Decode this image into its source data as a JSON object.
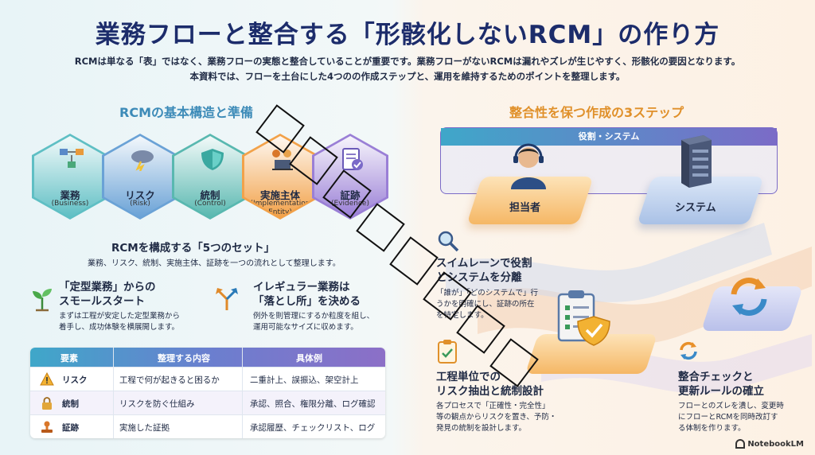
{
  "title": "業務フローと整合する「形骸化しないRCM」の作り方",
  "intro": [
    "RCMは単なる「表」ではなく、業務フローの実態と整合していることが重要です。業務フローがないRCMは漏れやズレが生じやすく、形骸化の要因となります。",
    "本資料では、フローを土台にした4つのの作成ステップと、運用を維持するためのポイントを整理します。"
  ],
  "left": {
    "section_title": "RCMの基本構造と準備",
    "hexes": [
      {
        "label": "業務",
        "sub": "(Business)",
        "icon": "workflow-icon",
        "color": "#5fbfc4"
      },
      {
        "label": "リスク",
        "sub": "(Risk)",
        "icon": "storm-cloud-icon",
        "color": "#6aa2d6"
      },
      {
        "label": "統制",
        "sub": "(Control)",
        "icon": "shield-icon",
        "color": "#59b8b0"
      },
      {
        "label": "実施主体",
        "sub": "(Implementation Entity)",
        "icon": "people-laptop-icon",
        "color": "#f2a24a"
      },
      {
        "label": "証跡",
        "sub": "(Evidence)",
        "icon": "document-check-icon",
        "color": "#9a7fd6"
      }
    ],
    "five_title": "RCMを構成する「5つのセット」",
    "five_sub": "業務、リスク、統制、実施主体、証跡を一つの流れとして整理します。",
    "block1": {
      "title_lines": [
        "「定型業務」からの",
        "スモールスタート"
      ],
      "text_lines": [
        "まずは工程が安定した定型業務から",
        "着手し、成功体験を横展開します。"
      ],
      "icon": "sprout-icon"
    },
    "block2": {
      "title_lines": [
        "イレギュラー業務は",
        "「落とし所」を決める"
      ],
      "text_lines": [
        "例外を則管理にするか粒度を組し、",
        "運用可能なサイズに収めます。"
      ],
      "icon": "split-arrow-icon"
    },
    "table": {
      "headers": [
        "要素",
        "整理する内容",
        "具体例"
      ],
      "rows": [
        {
          "element": "リスク",
          "content": "工程で何が起きると困るか",
          "example": "二重計上、誤振込、架空計上",
          "icon": "warning-icon"
        },
        {
          "element": "統制",
          "content": "リスクを防ぐ仕組み",
          "example": "承認、照合、権限分離、ログ確認",
          "icon": "lock-icon"
        },
        {
          "element": "証跡",
          "content": "実施した証拠",
          "example": "承認履歴、チェックリスト、ログ",
          "icon": "stamp-icon"
        }
      ]
    }
  },
  "right": {
    "section_title": "整合性を保つ作成の3ステップ",
    "band_title": "役割・システム",
    "role1": "担当者",
    "role2": "システム",
    "step1": {
      "title_lines": [
        "スイムレーンで役割",
        "とシステムを分離"
      ],
      "text_lines": [
        "「誰が」「どのシステムで」行",
        "うかを明確にし、証跡の所在",
        "を特定します。"
      ]
    },
    "step2": {
      "title_lines": [
        "工程単位での",
        "リスク抽出と統制設計"
      ],
      "text_lines": [
        "各プロセスで「正確性・完全性」",
        "等の観点からリスクを置き、予防・",
        "発見の統制を設計します。"
      ],
      "icon": "clipboard-shield-icon"
    },
    "step3": {
      "title_lines": [
        "整合チェックと",
        "更新ルールの確立"
      ],
      "text_lines": [
        "フローとのズレを潰し、変更時",
        "にフローとRCMを同時改訂す",
        "る体制を作ります。"
      ],
      "icon": "refresh-icon"
    }
  },
  "footer": {
    "brand": "NotebookLM"
  },
  "colors": {
    "title": "#1c2c6b",
    "left_accent": "#3d8bb8",
    "right_accent": "#e0902a"
  }
}
